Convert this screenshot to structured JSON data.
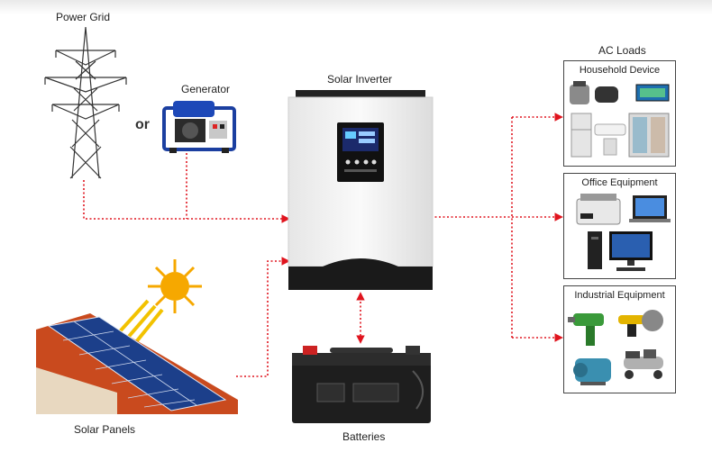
{
  "labels": {
    "power_grid": "Power Grid",
    "or": "or",
    "generator": "Generator",
    "solar_inverter": "Solar Inverter",
    "solar_panels": "Solar Panels",
    "batteries": "Batteries",
    "ac_loads": "AC Loads"
  },
  "load_groups": {
    "household": "Household Device",
    "office": "Office Equipment",
    "industrial": "Industrial Equipment"
  },
  "colors": {
    "connection_line": "#e0141e",
    "inverter_body": "#f4f4f4",
    "inverter_base": "#1a1a1a",
    "lcd": "#1b2a6b",
    "sun": "#f6a800",
    "solar_cell": "#1c3f8a",
    "roof": "#c94a1e",
    "generator_frame": "#1b3fa0"
  }
}
